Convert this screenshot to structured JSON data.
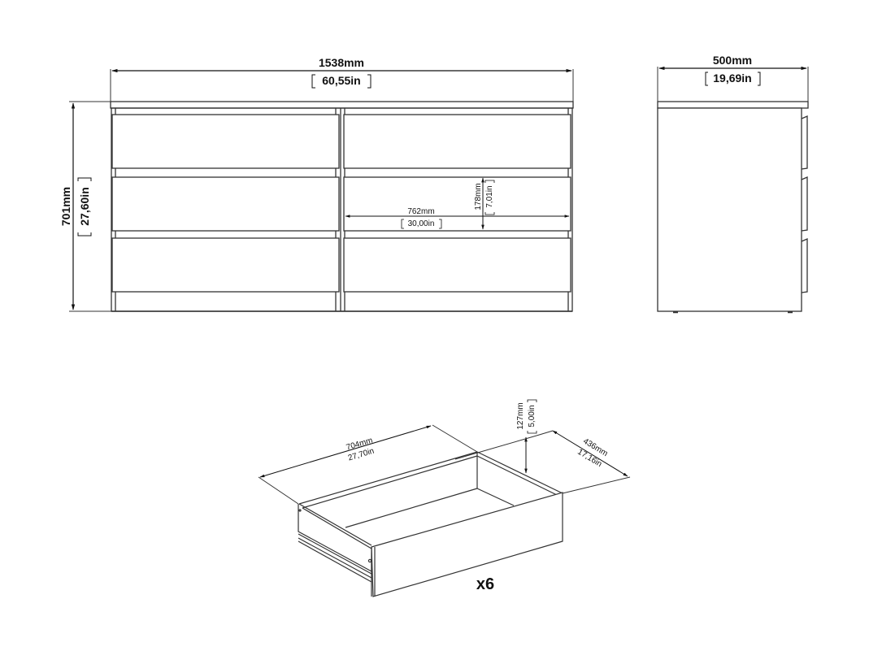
{
  "front_view": {
    "width_mm": "1538mm",
    "width_in": "60,55in",
    "height_mm": "701mm",
    "height_in": "27,60in",
    "drawer_width_mm": "762mm",
    "drawer_width_in": "30,00in",
    "drawer_height_mm": "178mm",
    "drawer_height_in": "7,01in"
  },
  "side_view": {
    "depth_mm": "500mm",
    "depth_in": "19,69in"
  },
  "drawer_view": {
    "length_mm": "704mm",
    "length_in": "27,70in",
    "height_mm": "127mm",
    "height_in": "5,00in",
    "depth_mm": "436mm",
    "depth_in": "17,16in",
    "quantity": "x6"
  },
  "colors": {
    "line": "#333333",
    "text": "#111111",
    "background": "#ffffff"
  }
}
